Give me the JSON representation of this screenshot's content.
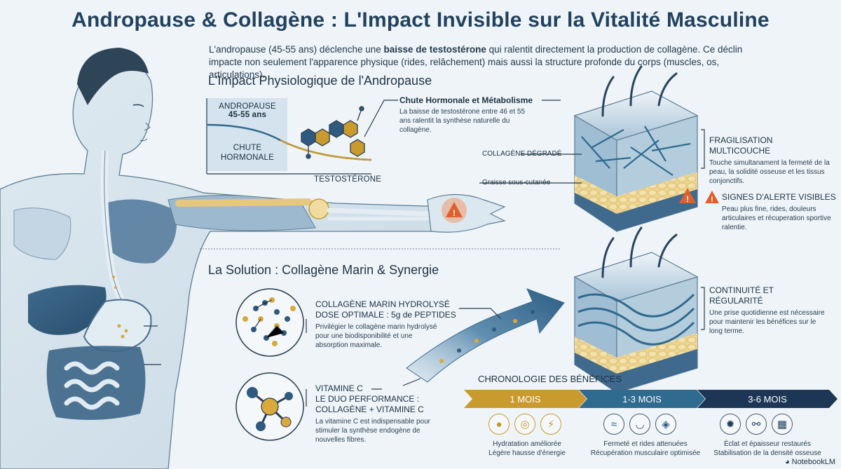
{
  "title": "Andropause & Collagène : L'Impact Invisible sur la Vitalité Masculine",
  "intro": {
    "part1": "L'andropause (45-55 ans) déclenche une ",
    "bold": "baisse de testostérone",
    "part2": " qui ralentit directement la production de collagène. Ce déclin impacte non seulement l'apparence physique (rides, relâchement) mais aussi la structure profonde du corps (muscles, os, articulations)."
  },
  "impact": {
    "heading": "L'Impact Physiologique de l'Andropause",
    "andropause_label": "ANDROPAUSE",
    "andropause_age": "45-55 ans",
    "chute_label": "CHUTE HORMONALE",
    "testo_label": "TESTOSTÉRONE",
    "chute_metab_title": "Chute Hormonale et Métabolisme",
    "chute_metab_text": "La baisse de testostérone entre 46 et 55 ans ralentit la synthèse naturelle du collagène.",
    "collagene_degrade": "COLLAGÈNE DÉGRADÉ",
    "graisse": "Graisse sous-cutanée",
    "fragil_title": "FRAGILISATION MULTICOUCHE",
    "fragil_text": "Touche simultanament la fermeté de la peau, la solidité osseuse et les tissus conjonctifs.",
    "signes_title": "SIGNES D'ALERTE VISIBLES",
    "signes_text": "Peau plus fine, rides, douleurs articulaires et récuperation sportive ralentie."
  },
  "solution": {
    "heading": "La Solution : Collagène Marin & Synergie",
    "marin_title1": "COLLAGÈNE MARIN HYDROLYSÉ",
    "marin_title2": "DOSE OPTIMALE : 5g de PEPTIDES",
    "marin_text": "Privilégier le collagène marin hydrolysé pour une biodisponibilité et une absorption maximale.",
    "vitc_title1": "VITAMINE C",
    "vitc_title2": "LE DUO PERFORMANCE :",
    "vitc_title3": "COLLAGÈNE + VITAMINE C",
    "vitc_text": "La vitamine C est indispensable pour stimuler la synthèse endogène de nouvelles fibres.",
    "continuite_title": "CONTINUITÉ ET RÉGULARITÉ",
    "continuite_text": "Une prise quotidienne est nécessaire pour maintenir les bénéfices sur le long terme."
  },
  "timeline": {
    "heading": "CHRONOLOGIE DES BÉNÉFICES",
    "phases": [
      {
        "label": "1 MOIS",
        "line1": "Hydratation améliorée",
        "line2": "Légère hausse d'énergie",
        "color": "#c99a2e"
      },
      {
        "label": "1-3 MOIS",
        "line1": "Fermeté et rides attenuées",
        "line2": "Récupération musculaire optimisée",
        "color": "#2f6a8f"
      },
      {
        "label": "3-6 MOIS",
        "line1": "Éclat et épaisseur restaurés",
        "line2": "Stabilisation de la densité osseuse",
        "color": "#1d3656"
      }
    ]
  },
  "brand": "NotebookLM",
  "colors": {
    "navy": "#22415e",
    "gold": "#c99a2e",
    "teal": "#2f6a8f",
    "alert": "#e0602a"
  }
}
